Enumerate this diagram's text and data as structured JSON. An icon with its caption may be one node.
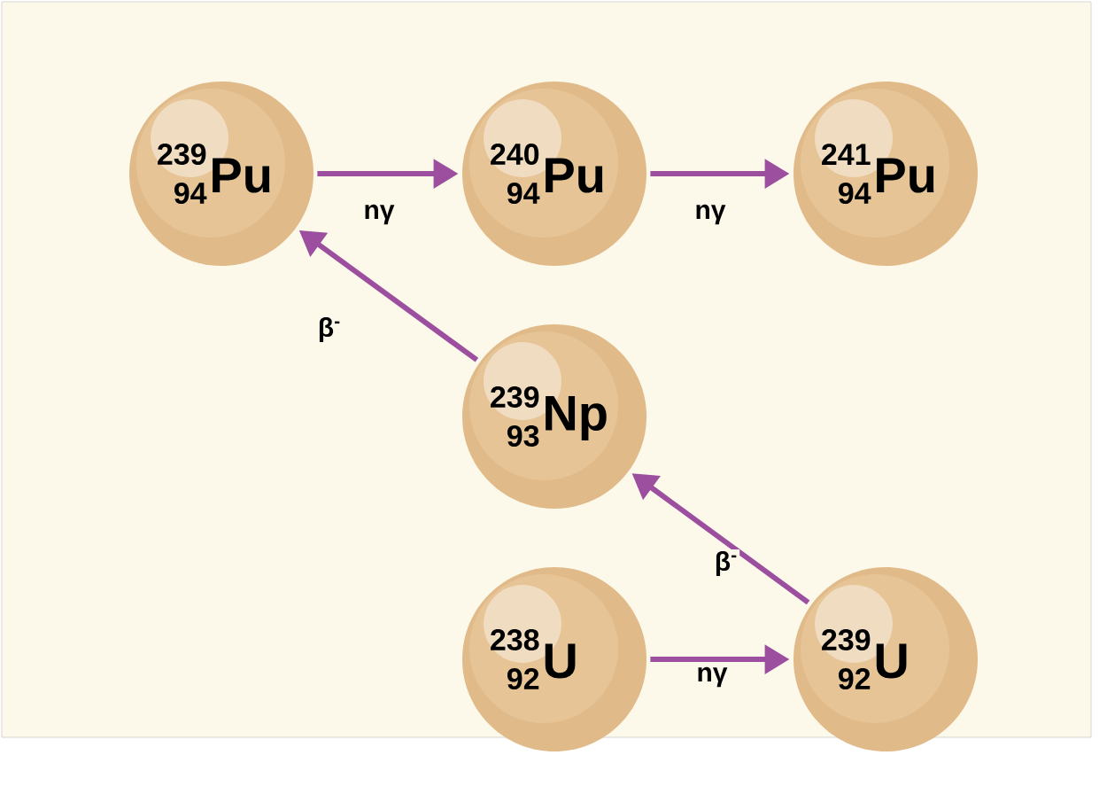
{
  "diagram": {
    "nodes": [
      {
        "text": [
          "239",
          "94",
          "Pu"
        ]
      },
      {
        "text": [
          "240",
          "94",
          "Pu"
        ]
      },
      {
        "text": [
          "241",
          "94",
          "Pu"
        ]
      },
      {
        "text": [
          "239",
          "93",
          "Np"
        ]
      },
      {
        "text": [
          "238",
          "92",
          "U"
        ]
      },
      {
        "text": [
          "239",
          "92",
          "U"
        ]
      }
    ],
    "edges": [
      {
        "from": 0,
        "to": 1,
        "arrow": "to",
        "label": "nγ"
      },
      {
        "from": 1,
        "to": 2,
        "arrow": "to",
        "label": "nγ"
      },
      {
        "from": 3,
        "to": 0,
        "arrow": "to",
        "label": "β$^{-}$"
      },
      {
        "from": 4,
        "to": 5,
        "arrow": "to",
        "label": "nγ"
      },
      {
        "from": 5,
        "to": 3,
        "arrow": "to",
        "label": "β$^{-}$"
      }
    ]
  }
}
